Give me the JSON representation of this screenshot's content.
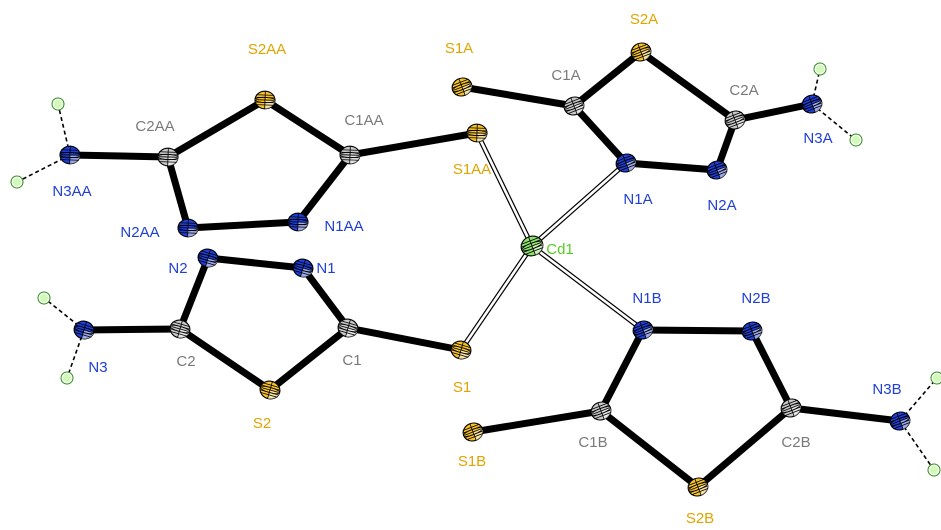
{
  "colors": {
    "S": "#f7c229",
    "S_label": "#e0a400",
    "N": "#1f3fd8",
    "N_label": "#1f3fd8",
    "C": "#c8c8c8",
    "C_label": "#7a7a7a",
    "H": "#b6f58c",
    "Cd": "#8fe26a",
    "Cd_label": "#55cc22"
  },
  "atoms": [
    {
      "id": "S2AA",
      "el": "S",
      "label": "S2AA"
    },
    {
      "id": "C1AA",
      "el": "C",
      "label": "C1AA"
    },
    {
      "id": "C2AA",
      "el": "C",
      "label": "C2AA"
    },
    {
      "id": "N3AA",
      "el": "N",
      "label": "N3AA"
    },
    {
      "id": "N2AA",
      "el": "N",
      "label": "N2AA"
    },
    {
      "id": "N1AA",
      "el": "N",
      "label": "N1AA"
    },
    {
      "id": "S1AA",
      "el": "S",
      "label": "S1AA"
    },
    {
      "id": "S1A",
      "el": "S",
      "label": "S1A"
    },
    {
      "id": "C1A",
      "el": "C",
      "label": "C1A"
    },
    {
      "id": "S2A",
      "el": "S",
      "label": "S2A"
    },
    {
      "id": "C2A",
      "el": "C",
      "label": "C2A"
    },
    {
      "id": "N3A",
      "el": "N",
      "label": "N3A"
    },
    {
      "id": "N1A",
      "el": "N",
      "label": "N1A"
    },
    {
      "id": "N2A",
      "el": "N",
      "label": "N2A"
    },
    {
      "id": "Cd1",
      "el": "Cd",
      "label": "Cd1"
    },
    {
      "id": "N2",
      "el": "N",
      "label": "N2"
    },
    {
      "id": "N1",
      "el": "N",
      "label": "N1"
    },
    {
      "id": "C2",
      "el": "C",
      "label": "C2"
    },
    {
      "id": "C1",
      "el": "C",
      "label": "C1"
    },
    {
      "id": "N3",
      "el": "N",
      "label": "N3"
    },
    {
      "id": "S2",
      "el": "S",
      "label": "S2"
    },
    {
      "id": "S1",
      "el": "S",
      "label": "S1"
    },
    {
      "id": "N1B",
      "el": "N",
      "label": "N1B"
    },
    {
      "id": "N2B",
      "el": "N",
      "label": "N2B"
    },
    {
      "id": "C1B",
      "el": "C",
      "label": "C1B"
    },
    {
      "id": "C2B",
      "el": "C",
      "label": "C2B"
    },
    {
      "id": "S1B",
      "el": "S",
      "label": "S1B"
    },
    {
      "id": "S2B",
      "el": "S",
      "label": "S2B"
    },
    {
      "id": "N3B",
      "el": "N",
      "label": "N3B"
    },
    {
      "id": "H_N3AA_a",
      "el": "H",
      "label": ""
    },
    {
      "id": "H_N3AA_b",
      "el": "H",
      "label": ""
    },
    {
      "id": "H_N3A_a",
      "el": "H",
      "label": ""
    },
    {
      "id": "H_N3A_b",
      "el": "H",
      "label": ""
    },
    {
      "id": "H_N3_a",
      "el": "H",
      "label": ""
    },
    {
      "id": "H_N3_b",
      "el": "H",
      "label": ""
    },
    {
      "id": "H_N3B_a",
      "el": "H",
      "label": ""
    },
    {
      "id": "H_N3B_b",
      "el": "H",
      "label": ""
    }
  ],
  "bonds": [
    {
      "a": "S2AA",
      "b": "C1AA",
      "type": "solid"
    },
    {
      "a": "S2AA",
      "b": "C2AA",
      "type": "solid"
    },
    {
      "a": "C2AA",
      "b": "N3AA",
      "type": "solid"
    },
    {
      "a": "C2AA",
      "b": "N2AA",
      "type": "solid"
    },
    {
      "a": "N2AA",
      "b": "N1AA",
      "type": "solid"
    },
    {
      "a": "N1AA",
      "b": "C1AA",
      "type": "solid"
    },
    {
      "a": "C1AA",
      "b": "S1AA",
      "type": "solid"
    },
    {
      "a": "S1A",
      "b": "C1A",
      "type": "solid"
    },
    {
      "a": "C1A",
      "b": "S2A",
      "type": "solid"
    },
    {
      "a": "S2A",
      "b": "C2A",
      "type": "solid"
    },
    {
      "a": "C2A",
      "b": "N3A",
      "type": "solid"
    },
    {
      "a": "C2A",
      "b": "N2A",
      "type": "solid"
    },
    {
      "a": "N2A",
      "b": "N1A",
      "type": "solid"
    },
    {
      "a": "N1A",
      "b": "C1A",
      "type": "solid"
    },
    {
      "a": "N2",
      "b": "N1",
      "type": "solid"
    },
    {
      "a": "N2",
      "b": "C2",
      "type": "solid"
    },
    {
      "a": "N1",
      "b": "C1",
      "type": "solid"
    },
    {
      "a": "C2",
      "b": "N3",
      "type": "solid"
    },
    {
      "a": "C2",
      "b": "S2",
      "type": "solid"
    },
    {
      "a": "S2",
      "b": "C1",
      "type": "solid"
    },
    {
      "a": "C1",
      "b": "S1",
      "type": "solid"
    },
    {
      "a": "N1B",
      "b": "N2B",
      "type": "solid"
    },
    {
      "a": "N1B",
      "b": "C1B",
      "type": "solid"
    },
    {
      "a": "N2B",
      "b": "C2B",
      "type": "solid"
    },
    {
      "a": "C1B",
      "b": "S1B",
      "type": "solid"
    },
    {
      "a": "C1B",
      "b": "S2B",
      "type": "solid"
    },
    {
      "a": "S2B",
      "b": "C2B",
      "type": "solid"
    },
    {
      "a": "C2B",
      "b": "N3B",
      "type": "solid"
    },
    {
      "a": "Cd1",
      "b": "S1AA",
      "type": "open"
    },
    {
      "a": "Cd1",
      "b": "N1A",
      "type": "open"
    },
    {
      "a": "Cd1",
      "b": "S1",
      "type": "open"
    },
    {
      "a": "Cd1",
      "b": "N1B",
      "type": "open"
    },
    {
      "a": "N3AA",
      "b": "H_N3AA_a",
      "type": "dashed"
    },
    {
      "a": "N3AA",
      "b": "H_N3AA_b",
      "type": "dashed"
    },
    {
      "a": "N3A",
      "b": "H_N3A_a",
      "type": "dashed"
    },
    {
      "a": "N3A",
      "b": "H_N3A_b",
      "type": "dashed"
    },
    {
      "a": "N3",
      "b": "H_N3_a",
      "type": "dashed"
    },
    {
      "a": "N3",
      "b": "H_N3_b",
      "type": "dashed"
    },
    {
      "a": "N3B",
      "b": "H_N3B_a",
      "type": "dashed"
    },
    {
      "a": "N3B",
      "b": "H_N3B_b",
      "type": "dashed"
    }
  ]
}
